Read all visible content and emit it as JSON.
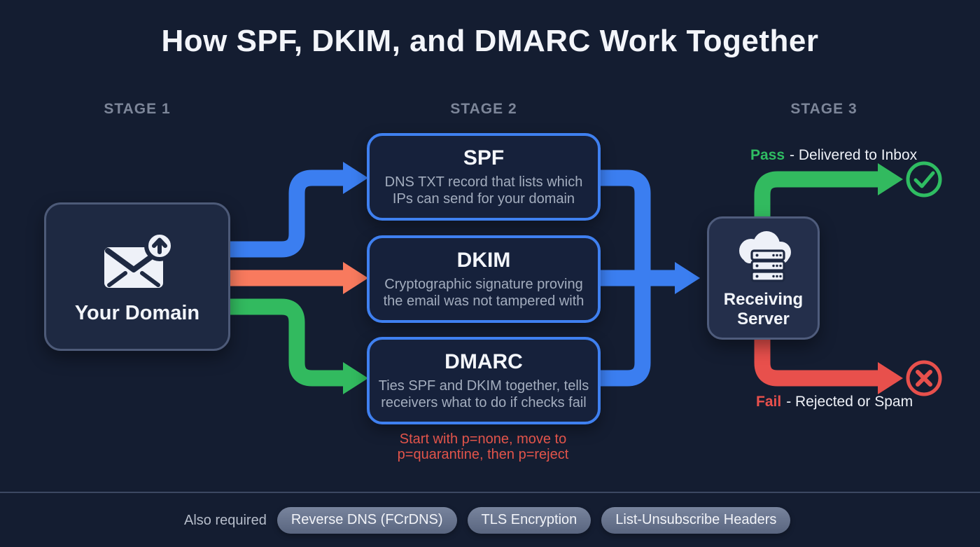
{
  "title": "How SPF, DKIM, and DMARC Work Together",
  "stages": [
    {
      "label": "STAGE 1"
    },
    {
      "label": "STAGE 2"
    },
    {
      "label": "STAGE 3"
    }
  ],
  "source": {
    "title": "Your Domain",
    "icon": "email-upload-icon"
  },
  "checks": [
    {
      "name": "SPF",
      "description": "DNS TXT record that lists which IPs can send for your domain"
    },
    {
      "name": "DKIM",
      "description": "Cryptographic signature proving the email was not tampered with"
    },
    {
      "name": "DMARC",
      "description": "Ties SPF and DKIM together, tells receivers what to do if checks fail"
    }
  ],
  "dmarc_note": "Start with p=none, move to p=quarantine, then p=reject",
  "receiver": {
    "title": "Receiving Server",
    "icon": "cloud-server-icon"
  },
  "outcomes": {
    "pass": {
      "label": "Pass",
      "text": "- Delivered to Inbox",
      "icon": "check-circle-icon"
    },
    "fail": {
      "label": "Fail",
      "text": "- Rejected or Spam",
      "icon": "x-circle-icon"
    }
  },
  "footer": {
    "label": "Also required",
    "pills": [
      "Reverse DNS (FCrDNS)",
      "TLS Encryption",
      "List-Unsubscribe Headers"
    ]
  },
  "colors": {
    "background": "#141d31",
    "arrow_blue": "#3b7ef0",
    "arrow_orange": "#f87a5e",
    "arrow_green": "#32ba5f",
    "arrow_red": "#e8504c",
    "pass_green": "#2fbd62",
    "fail_red": "#e8504c",
    "box_border_gray": "#4d5a78",
    "box_border_blue": "#3f80f0",
    "note_red": "#e2544a"
  }
}
